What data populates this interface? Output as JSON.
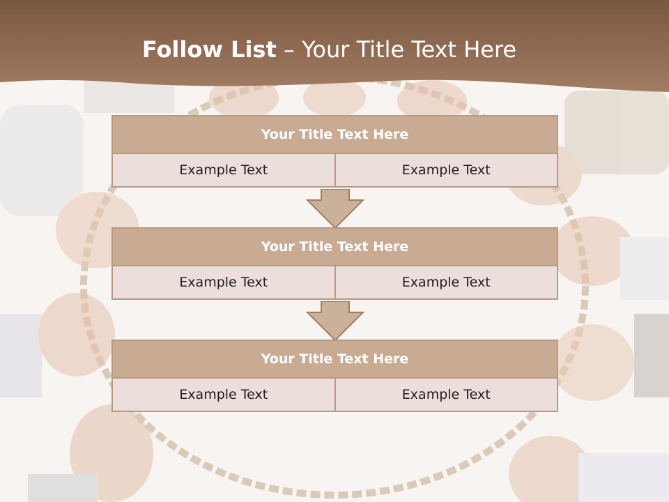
{
  "slide": {
    "title_bold": "Follow List",
    "title_rest": "– Your Title Text Here"
  },
  "steps": [
    {
      "title": "Your Title Text Here",
      "left": "Example Text",
      "right": "Example Text"
    },
    {
      "title": "Your Title Text Here",
      "left": "Example Text",
      "right": "Example Text"
    },
    {
      "title": "Your Title Text Here",
      "left": "Example Text",
      "right": "Example Text"
    }
  ],
  "colors": {
    "header": "#86604a",
    "block_title": "#c8ab92",
    "block_row": "#ebdedb",
    "border": "#b79a82",
    "arrow_fill": "#cbb09a"
  },
  "icons": [
    "arrow-down-icon"
  ]
}
